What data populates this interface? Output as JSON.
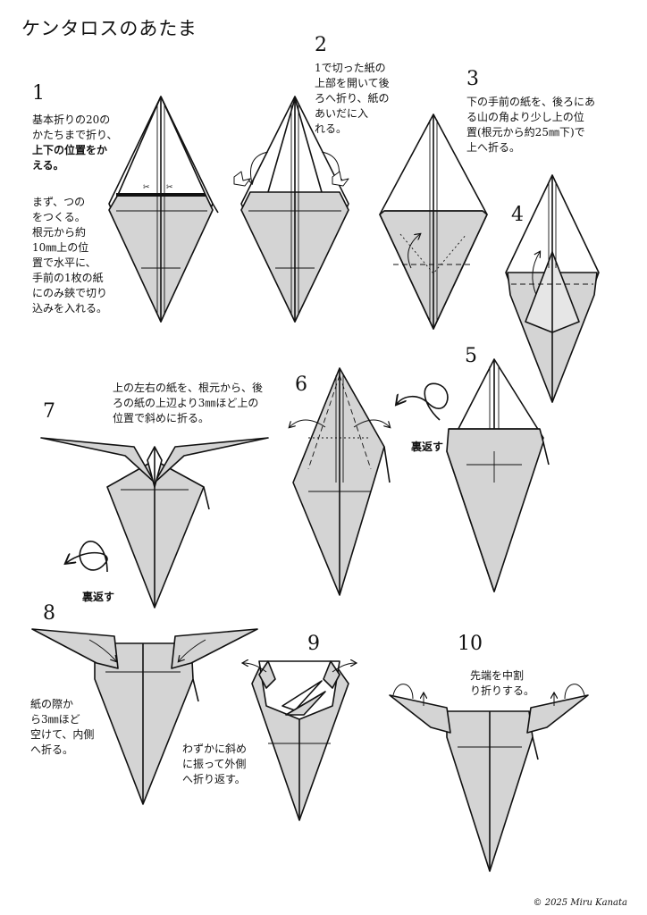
{
  "title": "ケンタロスのあたま",
  "copyright": "© 2025 Miru Kanata",
  "steps": [
    {
      "num": "1",
      "text_a": "基本折りの20の\nかたちまで折り、",
      "text_bold": "上下の位置をか\nえる。",
      "text_b": "まず、つの\nをつくる。\n根元から約\n10㎜上の位\n置で水平に、\n手前の1枚の紙\nにのみ鋏で切り\n込みを入れる。"
    },
    {
      "num": "2",
      "text": "1で切った紙の\n上部を開いて後\nろへ折り、紙の\nあいだに入\nれる。"
    },
    {
      "num": "3",
      "text": "下の手前の紙を、後ろにあ\nる山の角より少し上の位\n置(根元から約25㎜下)で\n上へ折る。"
    },
    {
      "num": "4"
    },
    {
      "num": "5"
    },
    {
      "num": "6",
      "text": "上の左右の紙を、根元から、後\nろの紙の上辺より3㎜ほど上の\n位置で斜めに折る。"
    },
    {
      "num": "7"
    },
    {
      "num": "8",
      "text": "紙の際か\nら3㎜ほど\n空けて、内側\nへ折る。"
    },
    {
      "num": "9",
      "text": "わずかに斜め\nに振って外側\nへ折り返す。"
    },
    {
      "num": "10",
      "text": "先端を中割\nり折りする。"
    }
  ],
  "flip_label": "裏返す",
  "colors": {
    "paper": "#d4d4d4",
    "line": "#111111"
  }
}
